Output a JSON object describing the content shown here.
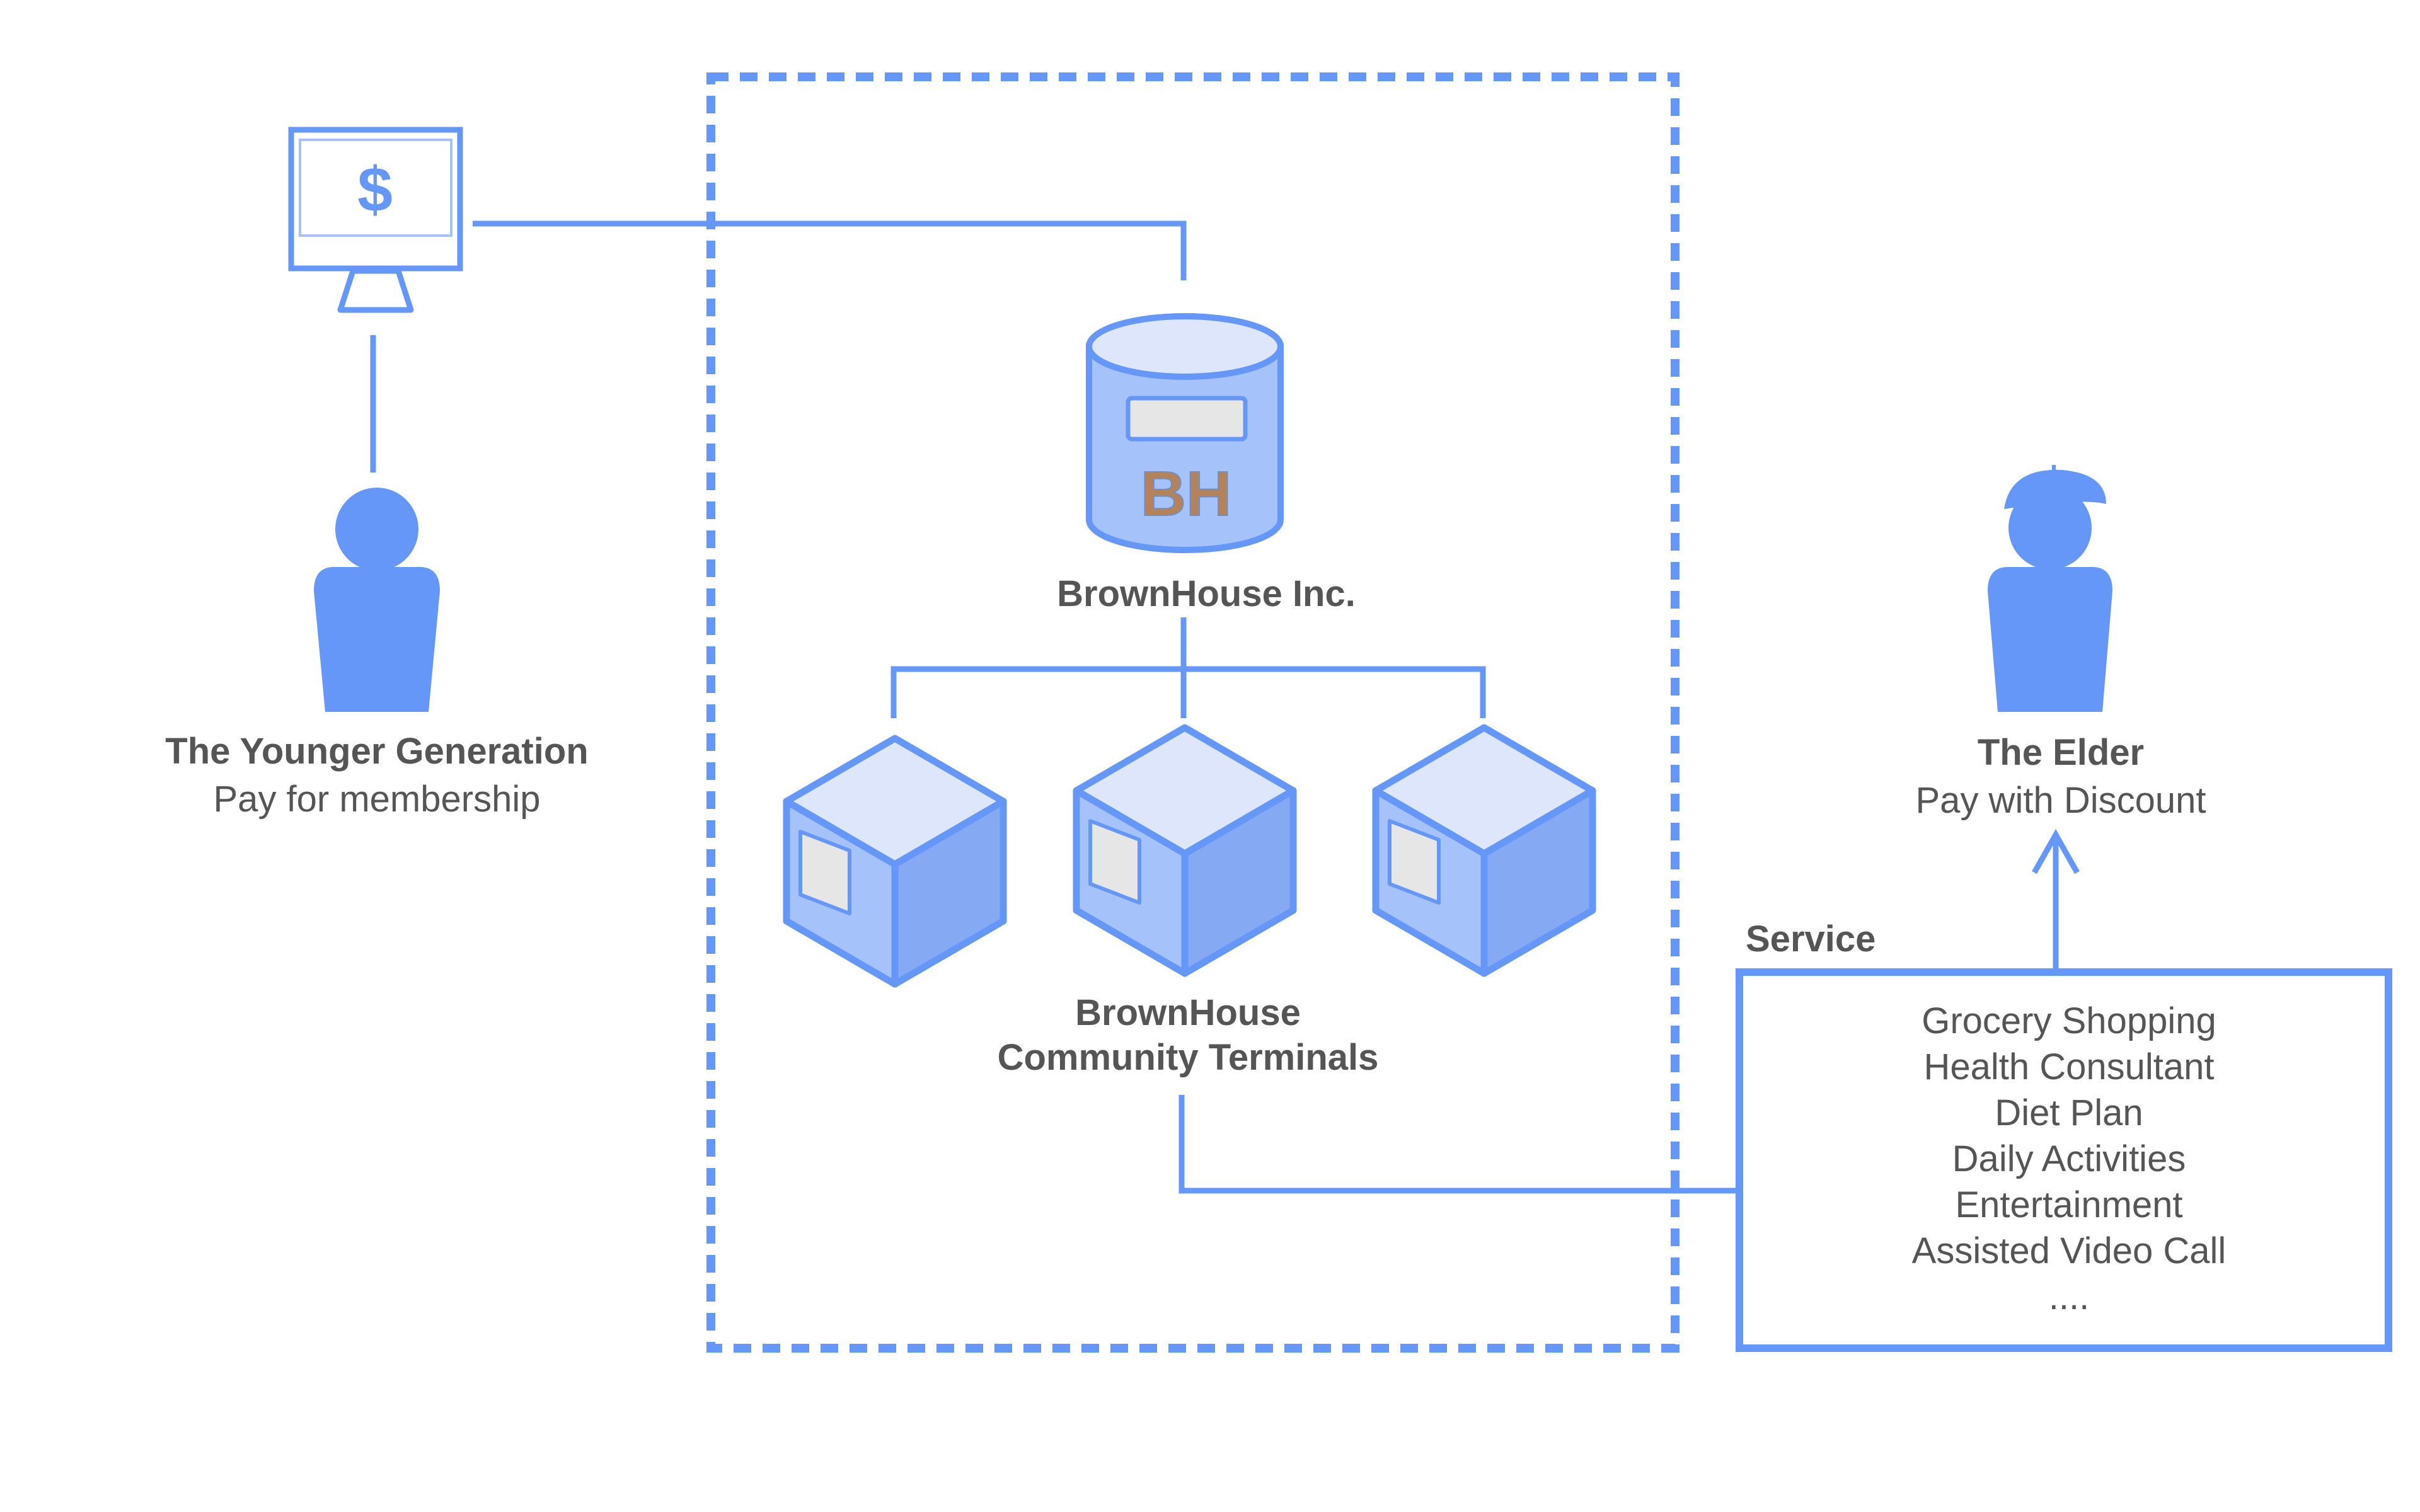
{
  "colors": {
    "accent": "#6497f7",
    "accent_light": "#dde6fb",
    "accent_mid": "#a6c2fb",
    "accent_dark": "#86a9f4",
    "text": "#555555",
    "bh_text": "#b5835a"
  },
  "monitor": {
    "symbol": "$"
  },
  "younger": {
    "title": "The Younger Generation",
    "subtitle": "Pay for membership"
  },
  "company": {
    "logo": "BH",
    "name": "BrownHouse Inc."
  },
  "terminals": {
    "line1": "BrownHouse",
    "line2": "Community Terminals"
  },
  "elder": {
    "title": "The Elder",
    "subtitle": "Pay with Discount"
  },
  "service": {
    "label": "Service",
    "items": [
      "Grocery Shopping",
      "Health Consultant",
      "Diet Plan",
      "Daily Activities",
      "Entertainment",
      "Assisted Video Call",
      "...."
    ]
  }
}
